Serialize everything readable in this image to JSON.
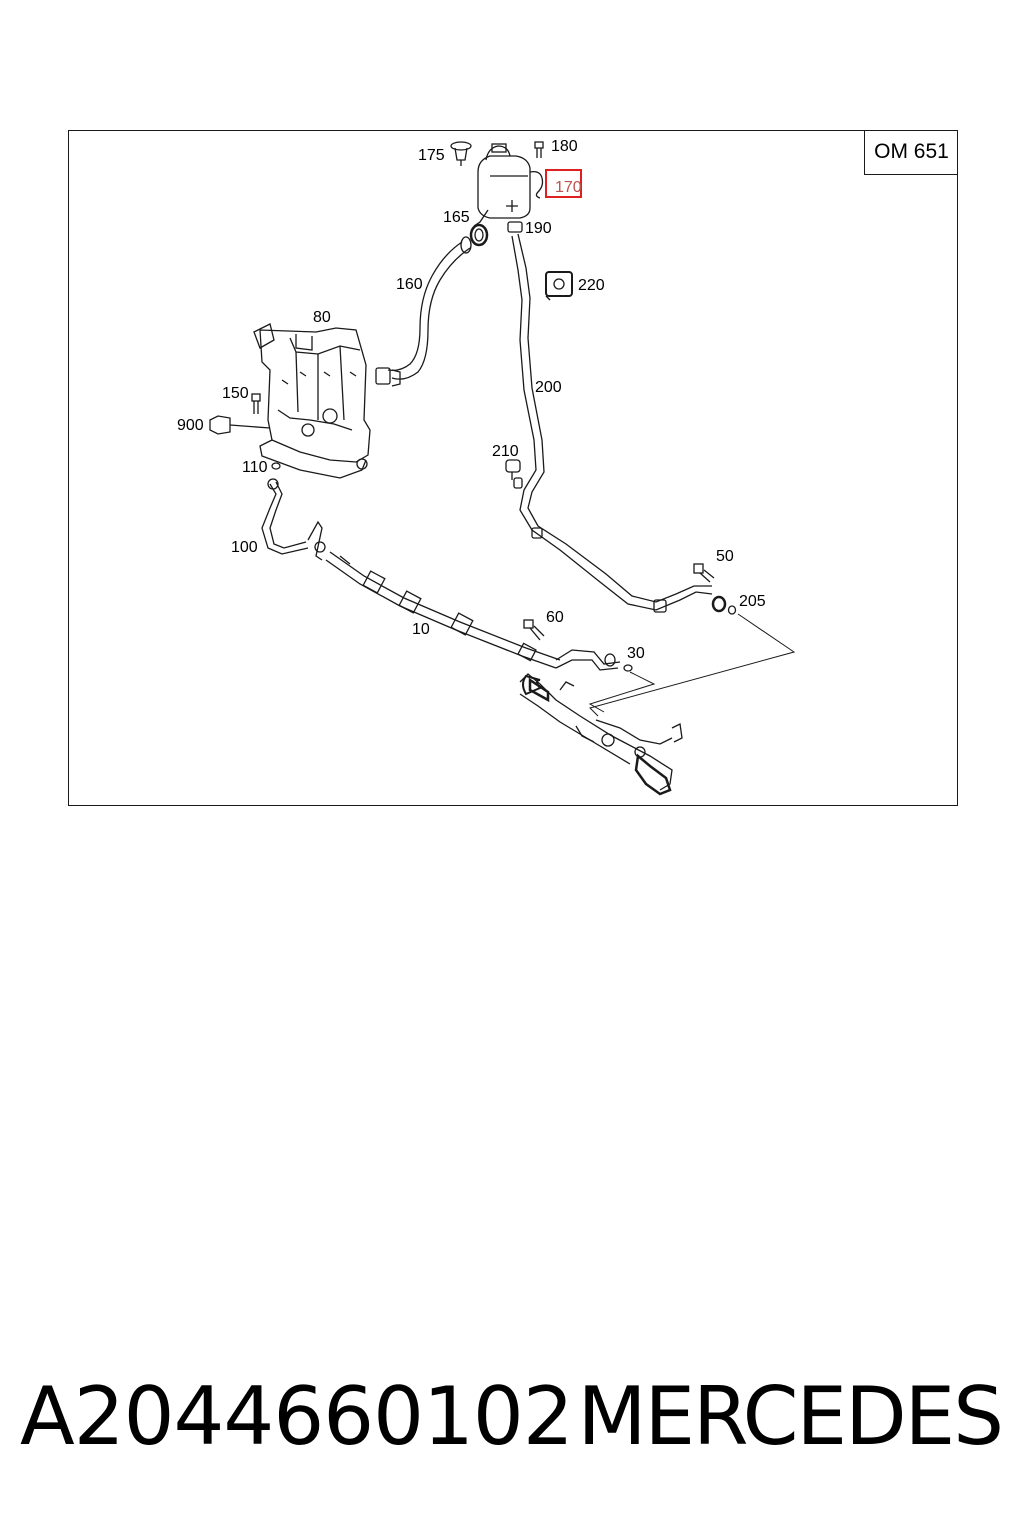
{
  "engine_code": "OM 651",
  "highlighted_part": "170",
  "part_labels": {
    "p10": "10",
    "p30": "30",
    "p50": "50",
    "p60": "60",
    "p80": "80",
    "p100": "100",
    "p110": "110",
    "p150": "150",
    "p160": "160",
    "p165": "165",
    "p170": "170",
    "p175": "175",
    "p180": "180",
    "p190": "190",
    "p200": "200",
    "p205": "205",
    "p210": "210",
    "p220": "220",
    "p900": "900"
  },
  "footer": {
    "part_number": "A2044660102",
    "brand": "MERCEDES"
  },
  "colors": {
    "highlight": "#e02020",
    "line": "#1a1a1a"
  }
}
